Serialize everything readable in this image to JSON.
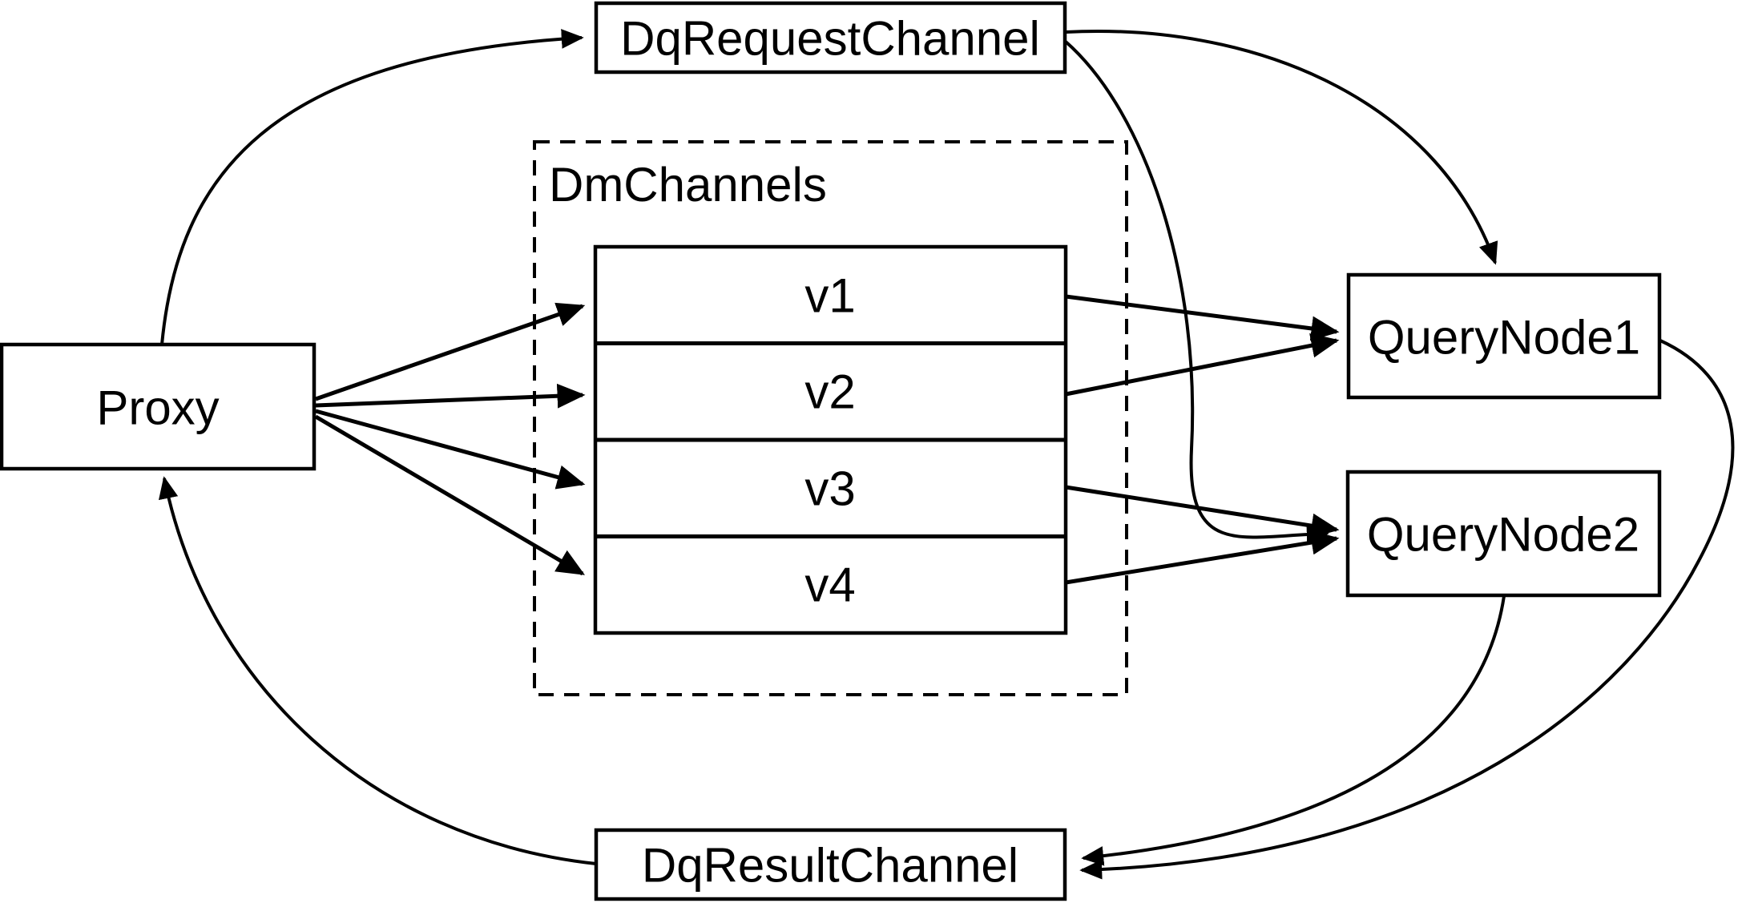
{
  "diagram": {
    "background_color": "#ffffff",
    "stroke_color": "#000000",
    "nodes": {
      "proxy": {
        "label": "Proxy"
      },
      "dq_request_channel": {
        "label": "DqRequestChannel"
      },
      "dm_channels": {
        "label": "DmChannels",
        "channels": [
          {
            "label": "v1"
          },
          {
            "label": "v2"
          },
          {
            "label": "v3"
          },
          {
            "label": "v4"
          }
        ]
      },
      "query_node_1": {
        "label": "QueryNode1"
      },
      "query_node_2": {
        "label": "QueryNode2"
      },
      "dq_result_channel": {
        "label": "DqResultChannel"
      }
    },
    "edges": [
      {
        "from": "Proxy",
        "to": "DqRequestChannel",
        "style": "curved"
      },
      {
        "from": "DqRequestChannel",
        "to": "QueryNode1",
        "style": "curved"
      },
      {
        "from": "DqRequestChannel",
        "to": "QueryNode2",
        "style": "curved"
      },
      {
        "from": "Proxy",
        "to": "v1",
        "style": "straight"
      },
      {
        "from": "Proxy",
        "to": "v2",
        "style": "straight"
      },
      {
        "from": "Proxy",
        "to": "v3",
        "style": "straight"
      },
      {
        "from": "Proxy",
        "to": "v4",
        "style": "straight"
      },
      {
        "from": "v1",
        "to": "QueryNode1",
        "style": "straight"
      },
      {
        "from": "v2",
        "to": "QueryNode1",
        "style": "straight"
      },
      {
        "from": "v3",
        "to": "QueryNode2",
        "style": "straight"
      },
      {
        "from": "v4",
        "to": "QueryNode2",
        "style": "straight"
      },
      {
        "from": "QueryNode1",
        "to": "DqResultChannel",
        "style": "curved"
      },
      {
        "from": "QueryNode2",
        "to": "DqResultChannel",
        "style": "curved"
      },
      {
        "from": "DqResultChannel",
        "to": "Proxy",
        "style": "curved"
      }
    ]
  }
}
